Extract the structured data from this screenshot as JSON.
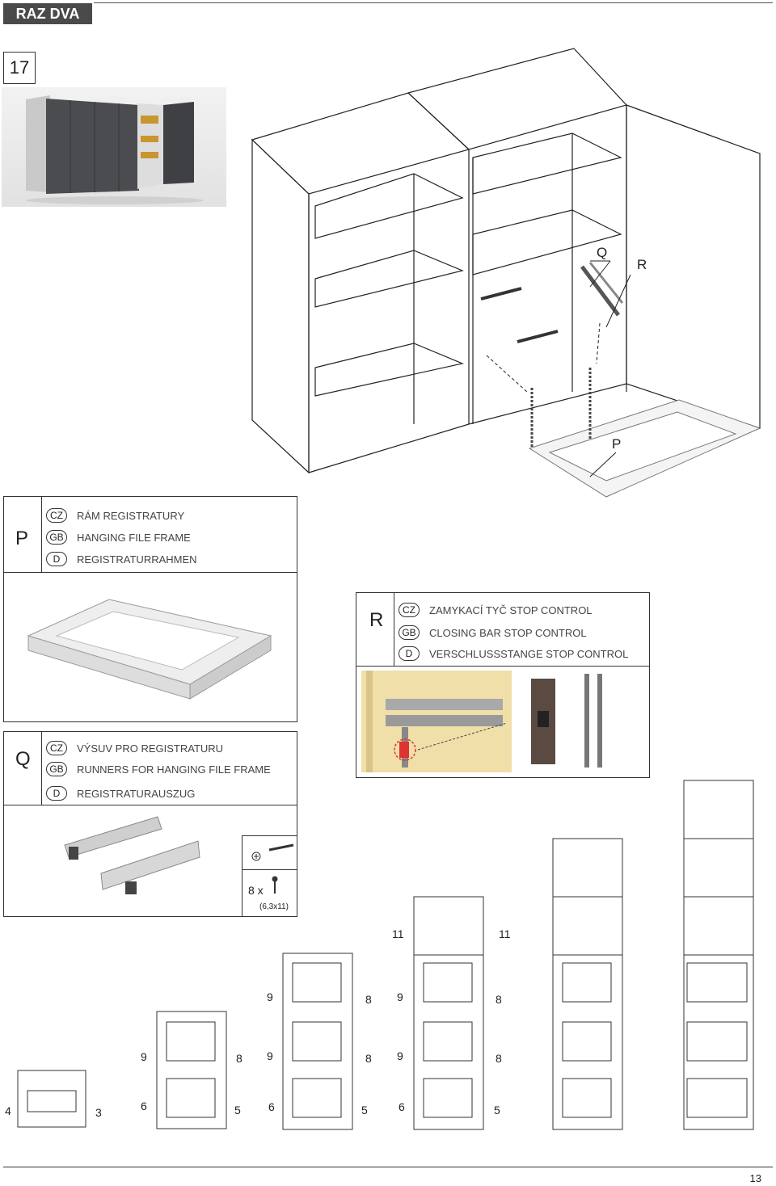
{
  "header": {
    "title": "RAZ DVA"
  },
  "step": {
    "number": "17"
  },
  "callouts": {
    "q": "Q",
    "r": "R",
    "p": "P"
  },
  "panel_p": {
    "letter": "P",
    "rows": [
      {
        "lang": "CZ",
        "text": "RÁM REGISTRATURY"
      },
      {
        "lang": "GB",
        "text": "HANGING FILE FRAME"
      },
      {
        "lang": "D",
        "text": "REGISTRATURRAHMEN"
      }
    ]
  },
  "panel_r": {
    "letter": "R",
    "rows": [
      {
        "lang": "CZ",
        "text": "ZAMYKACÍ TYČ STOP CONTROL"
      },
      {
        "lang": "GB",
        "text": "CLOSING BAR STOP CONTROL"
      },
      {
        "lang": "D",
        "text": "VERSCHLUSSSTANGE STOP CONTROL"
      }
    ]
  },
  "panel_q": {
    "letter": "Q",
    "rows": [
      {
        "lang": "CZ",
        "text": "VÝSUV PRO REGISTRATURU"
      },
      {
        "lang": "GB",
        "text": "RUNNERS FOR HANGING FILE FRAME"
      },
      {
        "lang": "D",
        "text": "REGISTRATURAUSZUG"
      }
    ]
  },
  "screws": {
    "count": "8 x",
    "size": "(6,3x11)"
  },
  "diagram_numbers": {
    "c1": [
      "4",
      "3"
    ],
    "c2": [
      "9",
      "8",
      "6",
      "5"
    ],
    "c3": [
      "9",
      "8",
      "9",
      "8",
      "6",
      "5"
    ],
    "c4": [
      "11",
      "11",
      "9",
      "8",
      "9",
      "8",
      "6",
      "5"
    ]
  },
  "page": {
    "number": "13"
  }
}
